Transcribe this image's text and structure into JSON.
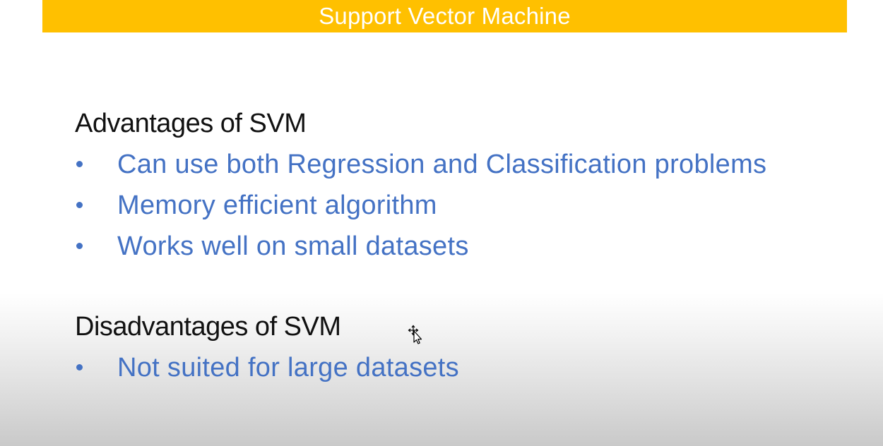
{
  "slide": {
    "title": "Support Vector Machine",
    "advantages": {
      "heading": "Advantages of SVM",
      "items": [
        "Can use both Regression and Classification problems",
        "Memory efficient algorithm",
        "Works well on small datasets"
      ]
    },
    "disadvantages": {
      "heading": "Disadvantages of SVM",
      "items": [
        "Not suited for large datasets"
      ]
    }
  },
  "colors": {
    "title_bar": "#ffc000",
    "title_text": "#ffffff",
    "heading_text": "#111111",
    "bullet_text": "#4472c4"
  },
  "icons": {
    "cursor": "move-cursor-icon"
  }
}
